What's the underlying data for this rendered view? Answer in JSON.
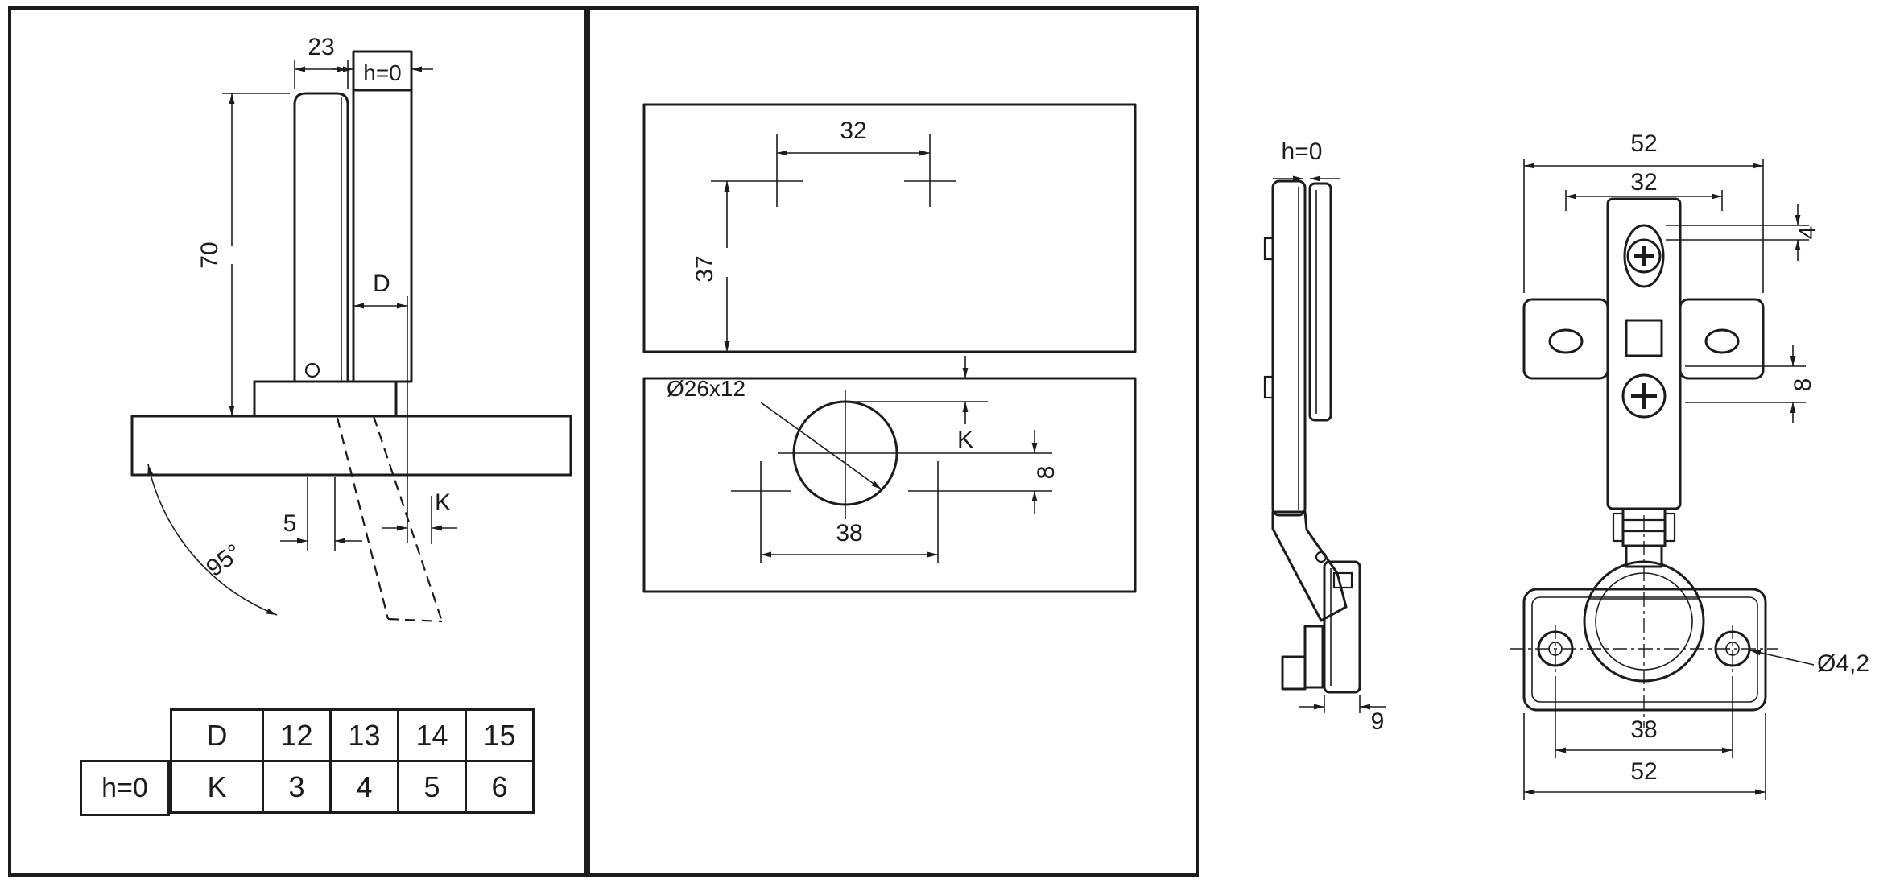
{
  "left_panel": {
    "drawing": {
      "dim_arm_width": "23",
      "dim_overlay_zero": "h=0",
      "dim_height": "70",
      "dim_d": "D",
      "dim_k": "K",
      "dim_offset": "5",
      "dim_opening_angle": "95°"
    },
    "table": {
      "h0_label": "h=0",
      "rows": [
        {
          "header": "D",
          "values": [
            "12",
            "13",
            "14",
            "15"
          ]
        },
        {
          "header": "K",
          "values": [
            "3",
            "4",
            "5",
            "6"
          ]
        }
      ]
    }
  },
  "middle_panel": {
    "dim_hole_spacing_top": "32",
    "dim_edge_distance": "37",
    "cup_hole_label": "Ø26x12",
    "dim_k": "K",
    "dim_screw_spacing": "38",
    "dim_offset": "8"
  },
  "right_section": {
    "side_view": {
      "dim_overlay_zero": "h=0",
      "dim_depth": "9"
    },
    "front_view": {
      "dim_width_outer": "52",
      "dim_plate_hole_spacing": "32",
      "dim_adjust_4": "4",
      "dim_adjust_8": "8",
      "dim_cup_screw_spacing": "38",
      "dim_plate_width": "52",
      "screw_hole_label": "Ø4,2"
    }
  }
}
